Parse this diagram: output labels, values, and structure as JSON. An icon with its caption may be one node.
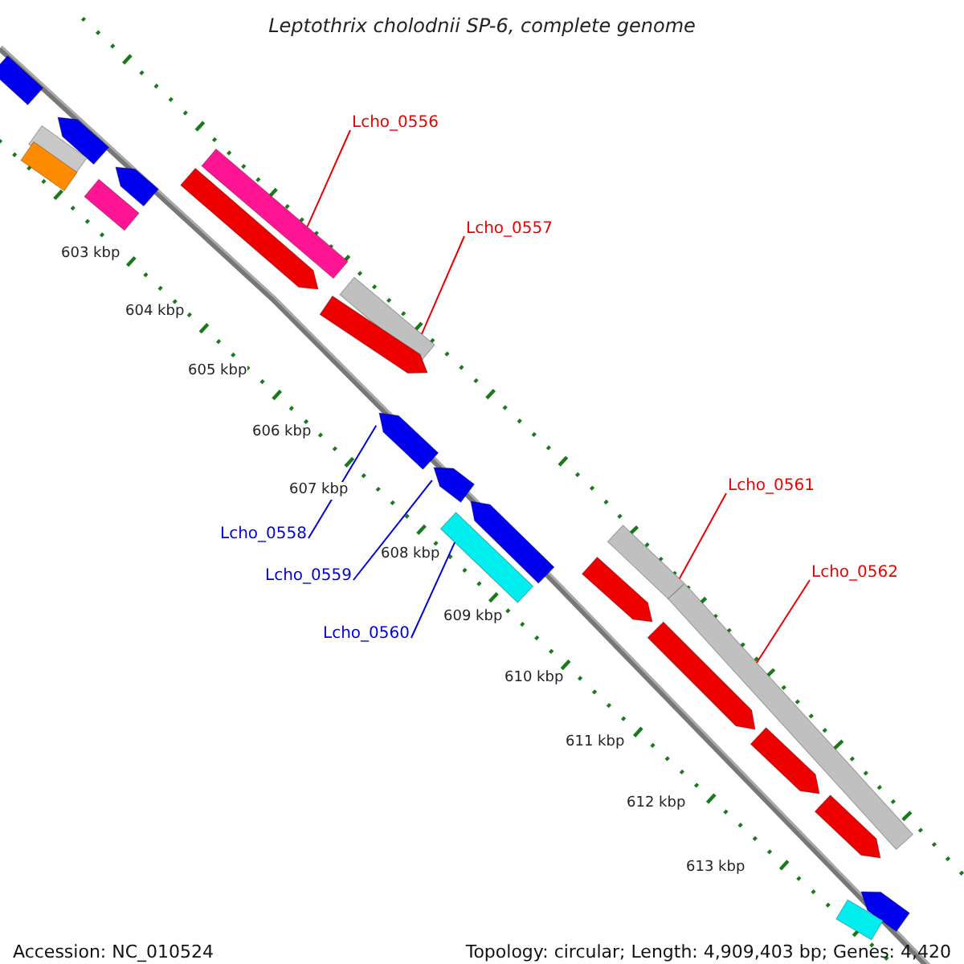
{
  "diagram": {
    "title": "Leptothrix cholodnii SP-6, complete genome",
    "nodes": [
      {
        "text": [
          "Lcho_0556"
        ]
      },
      {
        "text": [
          "Lcho_0557"
        ]
      },
      {
        "text": [
          "Lcho_0558"
        ]
      },
      {
        "text": [
          "Lcho_0559"
        ]
      },
      {
        "text": [
          "Lcho_0560"
        ]
      },
      {
        "text": [
          "Lcho_0561"
        ]
      },
      {
        "text": [
          "Lcho_0562"
        ]
      },
      {
        "text": [],
        "shape": "bar"
      },
      {
        "text": [],
        "shape": "arrow"
      },
      {
        "text": [],
        "shape": "bar"
      },
      {
        "text": [],
        "shape": "bar"
      },
      {
        "text": [],
        "shape": "arrow"
      },
      {
        "text": [],
        "shape": "bar"
      },
      {
        "text": [],
        "shape": "bar"
      },
      {
        "text": [],
        "shape": "arrow"
      },
      {
        "text": [],
        "shape": "bar"
      },
      {
        "text": [],
        "shape": "arrow"
      },
      {
        "text": [],
        "shape": "arrow"
      },
      {
        "text": [],
        "shape": "arrow"
      },
      {
        "text": [],
        "shape": "arrow"
      },
      {
        "text": [],
        "shape": "bar"
      },
      {
        "text": [],
        "shape": "bar"
      },
      {
        "text": [],
        "shape": "bar"
      },
      {
        "text": [],
        "shape": "arrow"
      },
      {
        "text": [],
        "shape": "arrow"
      },
      {
        "text": [],
        "shape": "arrow"
      },
      {
        "text": [],
        "shape": "arrow"
      },
      {
        "text": [],
        "shape": "arrow"
      },
      {
        "text": [],
        "shape": "bar"
      }
    ],
    "edges": [
      {
        "from": 0,
        "to": 13,
        "arrow": "none"
      },
      {
        "from": 1,
        "to": 15,
        "arrow": "none"
      },
      {
        "from": 2,
        "to": 17,
        "arrow": "none",
        "color": "#0000dd"
      },
      {
        "from": 3,
        "to": 18,
        "arrow": "none",
        "color": "#0000dd"
      },
      {
        "from": 4,
        "to": 20,
        "arrow": "none",
        "color": "#0000dd"
      },
      {
        "from": 5,
        "to": 21,
        "arrow": "none"
      },
      {
        "from": 6,
        "to": 22,
        "arrow": "none"
      }
    ],
    "labels": [
      "603 kbp",
      "604 kbp",
      "605 kbp",
      "606 kbp",
      "607 kbp",
      "608 kbp",
      "609 kbp",
      "610 kbp",
      "611 kbp",
      "612 kbp",
      "613 kbp",
      "Accession: NC_010524",
      "Topology: circular; Length: 4,909,403 bp; Genes: 4,420"
    ]
  }
}
